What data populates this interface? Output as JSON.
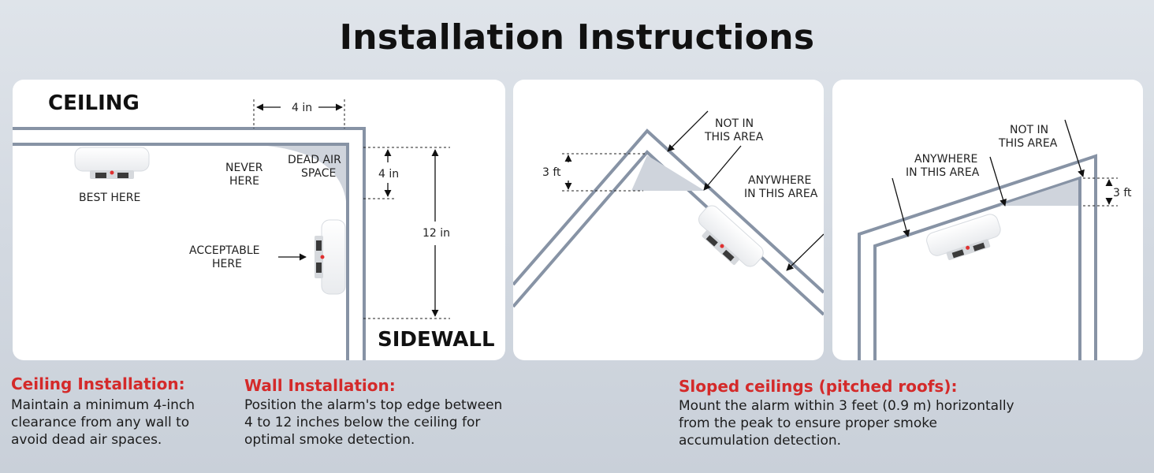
{
  "title": "Installation Instructions",
  "panel1": {
    "ceiling_label": "CEILING",
    "sidewall_label": "SIDEWALL",
    "dim_4in_top": "4 in",
    "dim_4in_side": "4 in",
    "dim_12in": "12 in",
    "best_here": "BEST HERE",
    "never_line1": "NEVER",
    "never_line2": "HERE",
    "dead_line1": "DEAD AIR",
    "dead_line2": "SPACE",
    "acceptable_line1": "ACCEPTABLE",
    "acceptable_line2": "HERE"
  },
  "panel2": {
    "not_line1": "NOT IN",
    "not_line2": "THIS AREA",
    "any_line1": "ANYWHERE",
    "any_line2": "IN THIS AREA",
    "dim_3ft": "3 ft"
  },
  "panel3": {
    "not_line1": "NOT IN",
    "not_line2": "THIS AREA",
    "any_line1": "ANYWHERE",
    "any_line2": "IN THIS AREA",
    "dim_3ft": "3 ft"
  },
  "sections": {
    "ceiling": {
      "title": "Ceiling Installation:",
      "body": "Maintain a minimum 4-inch\nclearance from any wall to\navoid dead air spaces."
    },
    "wall": {
      "title": "Wall Installation:",
      "body": "Position the alarm's top edge between\n4 to 12 inches below the ceiling for\noptimal smoke detection."
    },
    "sloped": {
      "title": "Sloped ceilings (pitched roofs):",
      "body": "Mount the alarm within 3 feet (0.9 m) horizontally\nfrom the peak to ensure proper smoke\naccumulation detection."
    }
  },
  "colors": {
    "wall": "#8793a5",
    "dead_zone": "#cfd4dc",
    "accent_red": "#d42a2a"
  }
}
